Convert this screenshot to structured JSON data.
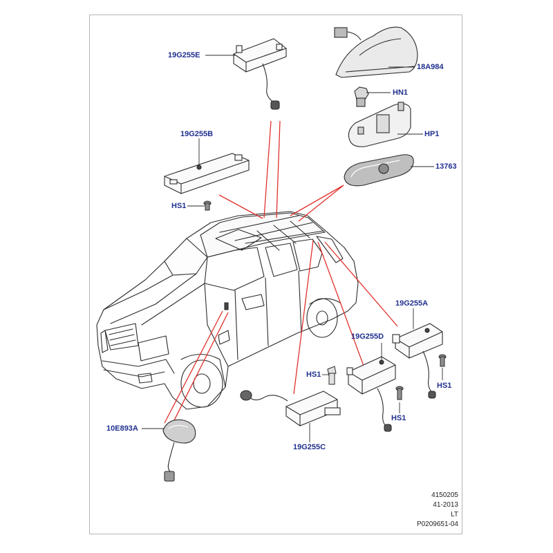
{
  "diagram": {
    "parts": {
      "p19G255E": "19G255E",
      "p18A984": "18A984",
      "pHN1": "HN1",
      "pHP1": "HP1",
      "p19G255B": "19G255B",
      "p13763": "13763",
      "pHS1_a": "HS1",
      "p19G255A": "19G255A",
      "p19G255D": "19G255D",
      "pHS1_b": "HS1",
      "pHS1_c": "HS1",
      "pHS1_d": "HS1",
      "p10E893A": "10E893A",
      "p19G255C": "19G255C"
    },
    "reference": {
      "line1": "4150205",
      "line2": "41-2013",
      "line3": "LT",
      "line4": "P0209651-04"
    }
  },
  "colors": {
    "label": "#1f2f8e",
    "leader_red": "#e0302a",
    "outline": "#2a2a2a",
    "frame": "#b5b5b5"
  }
}
